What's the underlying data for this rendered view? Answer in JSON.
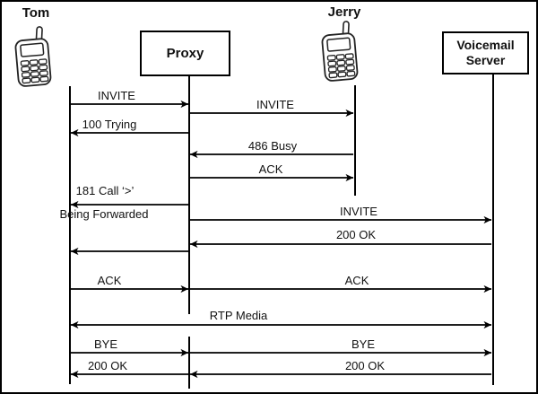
{
  "colors": {
    "background": "#ffffff",
    "line": "#000000",
    "text": "#111111"
  },
  "actors": [
    {
      "id": "tom",
      "label": "Tom",
      "type": "phone"
    },
    {
      "id": "proxy",
      "label": "Proxy",
      "type": "box"
    },
    {
      "id": "jerry",
      "label": "Jerry",
      "type": "phone"
    },
    {
      "id": "voicemail",
      "label": "Voicemail Server",
      "type": "box"
    }
  ],
  "messages": [
    {
      "from": "Tom",
      "to": "Proxy",
      "label": "INVITE"
    },
    {
      "from": "Proxy",
      "to": "Jerry",
      "label": "INVITE"
    },
    {
      "from": "Proxy",
      "to": "Tom",
      "label": "100 Trying"
    },
    {
      "from": "Jerry",
      "to": "Proxy",
      "label": "486 Busy"
    },
    {
      "from": "Proxy",
      "to": "Jerry",
      "label": "ACK"
    },
    {
      "from": "Proxy",
      "to": "Tom",
      "label": "181 Call ‘>’",
      "label2": "Being Forwarded"
    },
    {
      "from": "Proxy",
      "to": "Voicemail Server",
      "label": "INVITE"
    },
    {
      "from": "Voicemail Server",
      "to": "Proxy",
      "label": "200 OK"
    },
    {
      "from": "Proxy",
      "to": "Tom",
      "label": ""
    },
    {
      "from": "Tom",
      "to": "Proxy",
      "label": "ACK"
    },
    {
      "from": "Proxy",
      "to": "Voicemail Server",
      "label": "ACK"
    },
    {
      "from": "Tom",
      "to": "Voicemail Server",
      "label": "RTP Media",
      "bidirectional": true
    },
    {
      "from": "Tom",
      "to": "Proxy",
      "label": "BYE"
    },
    {
      "from": "Proxy",
      "to": "Voicemail Server",
      "label": "BYE"
    },
    {
      "from": "Proxy",
      "to": "Tom",
      "label": "200 OK"
    },
    {
      "from": "Voicemail Server",
      "to": "Proxy",
      "label": "200 OK"
    }
  ]
}
